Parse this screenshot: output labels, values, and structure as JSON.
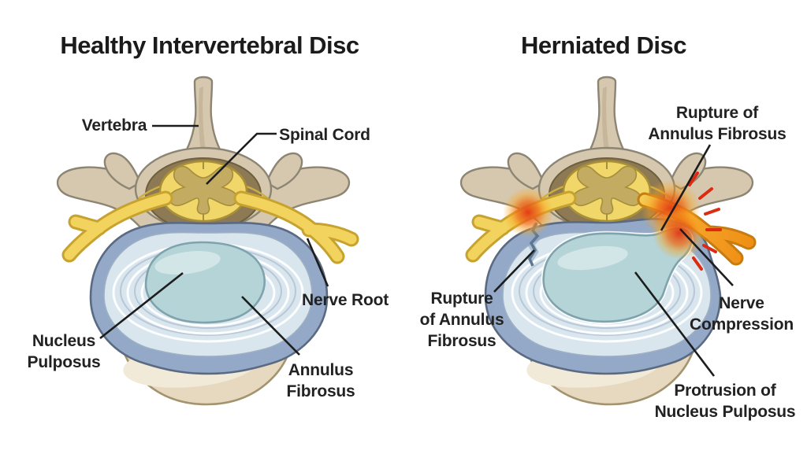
{
  "titles": {
    "healthy": "Healthy Intervertebral Disc",
    "herniated": "Herniated Disc"
  },
  "healthy": {
    "labels": {
      "vertebra": "Vertebra",
      "spinal_cord": "Spinal Cord",
      "nerve_root": "Nerve Root",
      "nucleus_pulposus": "Nucleus\nPulposus",
      "annulus_fibrosus": "Annulus\nFibrosus"
    }
  },
  "herniated": {
    "labels": {
      "rupture_top": "Rupture of\nAnnulus Fibrosus",
      "rupture_left": "Rupture\nof Annulus\nFibrosus",
      "nerve_compression": "Nerve\nCompression",
      "protrusion": "Protrusion of\nNucleus Pulposus"
    }
  },
  "colors": {
    "background": "#ffffff",
    "text": "#1b1b1b",
    "bone": "#d6c8ae",
    "spinal_cord_yellow": "#f1d669",
    "nerve_yellow": "#f2d35e",
    "nerve_compressed_orange": "#f0991f",
    "annulus_outer_blue": "#93a9c7",
    "annulus_lamellae": "#dae6ee",
    "nucleus_teal": "#b4d4d8",
    "vertebral_body_tan": "#e6d9bf",
    "inflammation_red": "#e03414"
  }
}
